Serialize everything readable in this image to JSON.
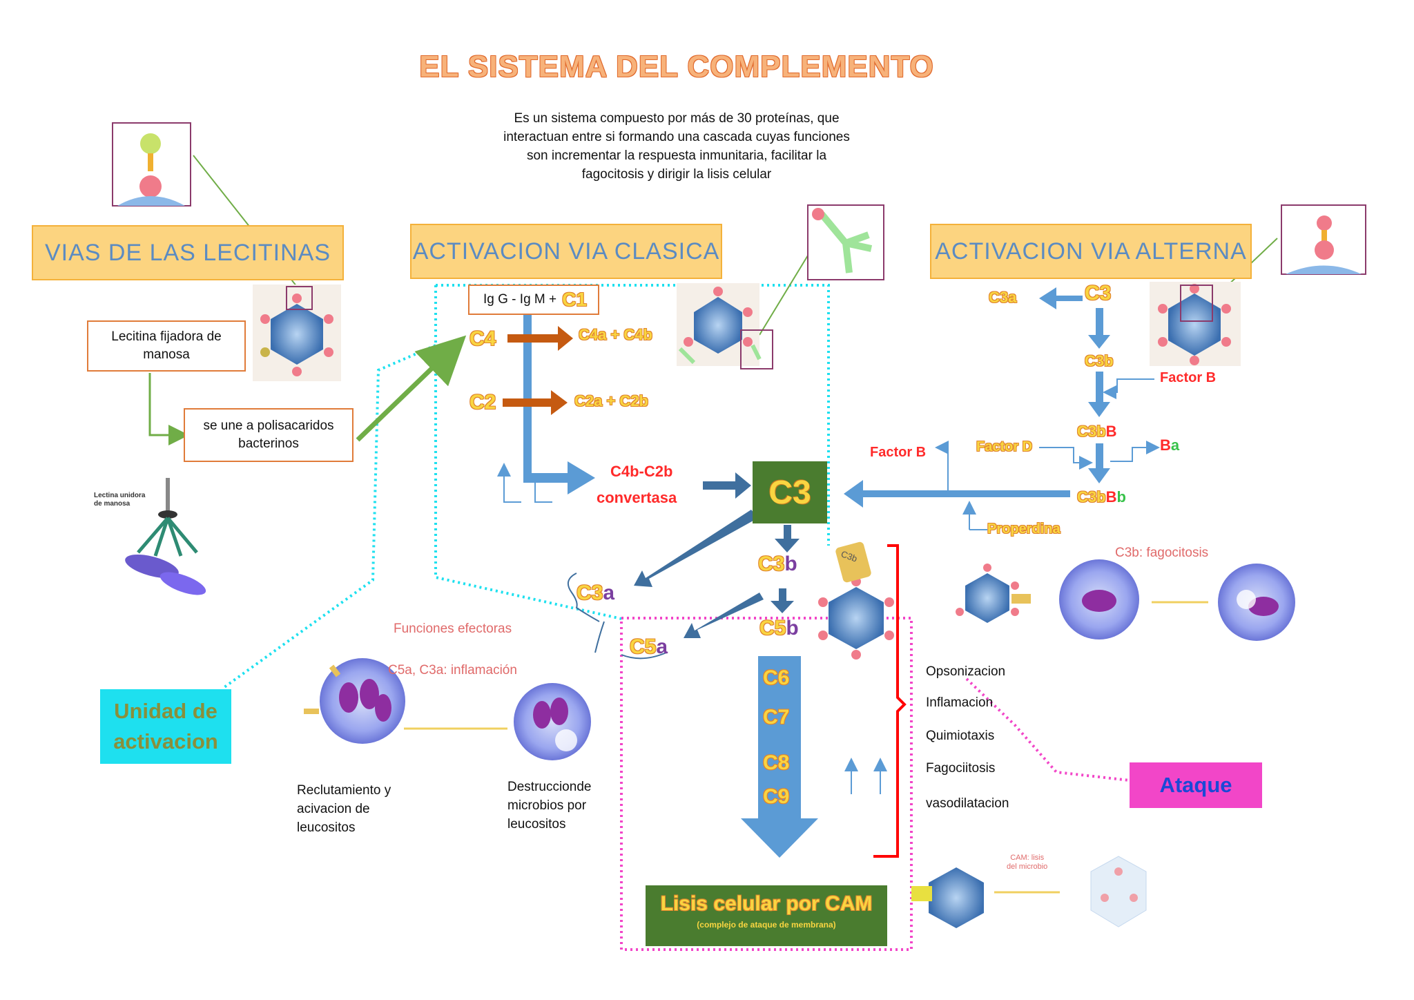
{
  "title": "EL SISTEMA DEL COMPLEMENTO",
  "intro": [
    "Es un sistema compuesto por más de 30 proteínas, que",
    "interactuan entre si formando una cascada cuyas funciones",
    "son incrementar la respuesta inmunitaria, facilitar la",
    "fagocitosis y dirigir la lisis celular"
  ],
  "headers": {
    "lectinas": "VIAS DE LAS LECITINAS",
    "clasica": "ACTIVACION VIA CLASICA",
    "alterna": "ACTIVACION VIA ALTERNA"
  },
  "lectin": {
    "box1": [
      "Lecitina fijadora de",
      "manosa"
    ],
    "box2": [
      "se une a polisacaridos",
      "bacterinos"
    ],
    "img_label": [
      "Lectina unidora",
      "de manosa"
    ]
  },
  "classical": {
    "igbox": "Ig G - Ig M +",
    "c1": "C1",
    "c4": "C4",
    "c4_products": "C4a + C4b",
    "c2": "C2",
    "c2_products": "C2a + C2b",
    "convertase_1": "C4b-C2b",
    "convertase_2": "convertasa"
  },
  "alternative": {
    "c3": "C3",
    "c3a": "C3a",
    "c3b": "C3b",
    "factor_b_1": "Factor B",
    "c3bB_a": "C3b",
    "c3bB_b": "B",
    "factor_b_2": "Factor B",
    "factor_d": "Factor D",
    "ba_b": "B",
    "ba_a": "a",
    "c3bBb_a": "C3b",
    "c3bBb_b": "B",
    "c3bBb_c": "b",
    "properdina": "Properdina",
    "fagocitosis_label": "C3b: fagocitosis"
  },
  "core": {
    "c3": "C3",
    "c3b_main": "C3",
    "c3b_suffix": "b",
    "c3a_main": "C3",
    "c3a_suffix": "a",
    "c5b_main": "C5",
    "c5b_suffix": "b",
    "c5a_main": "C5",
    "c5a_suffix": "a",
    "c6": "C6",
    "c7": "C7",
    "c8": "C8",
    "c9": "C9",
    "lisis_title": "Lisis celular por CAM",
    "lisis_sub": "(complejo de ataque de membrana)",
    "c3b_tag": "C3b"
  },
  "effector": {
    "title": "Funciones efectoras",
    "subtitle": "C5a, C3a: inflamación",
    "left_caption": [
      "Reclutamiento y",
      "acivacion de",
      "leucositos"
    ],
    "right_caption": [
      "Destruccionde",
      "microbios por",
      "leucositos"
    ]
  },
  "functions": [
    "Opsonizacion",
    "Inflamacion",
    "Quimiotaxis",
    "Fagociitosis",
    "vasodilatacion"
  ],
  "unit_label": [
    "Unidad de",
    "activacion"
  ],
  "ataque_label": "Ataque",
  "cam_label": [
    "CAM: lisis",
    "del microbio"
  ],
  "colors": {
    "blue_arrow": "#5b9bd5",
    "dark_blue_arrow": "#3f6f9e",
    "brown_arrow": "#c55a11",
    "green": "#4a7c2f",
    "yellow_text": "#f9d541",
    "red_text": "#ff2a2a",
    "cyan": "#1ee0ef",
    "magenta": "#f246c8"
  }
}
